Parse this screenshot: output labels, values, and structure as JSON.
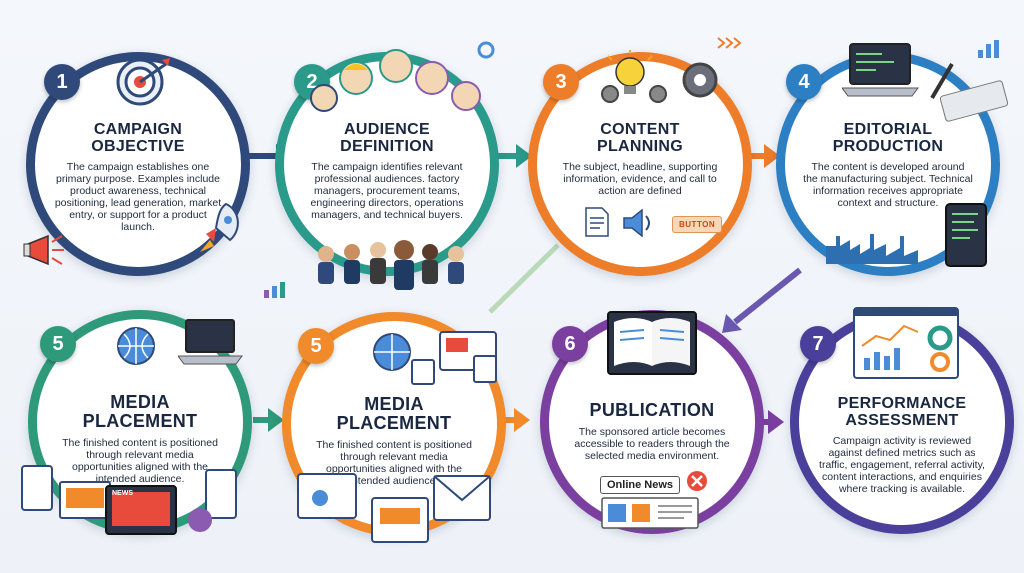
{
  "steps": [
    {
      "num": "1",
      "title": "CAMPAIGN OBJECTIVE",
      "desc": "The campaign establishes one primary purpose. Examples include product awareness, technical positioning, lead generation, market entry, or support for a product launch."
    },
    {
      "num": "2",
      "title": "AUDIENCE DEFINITION",
      "desc": "The campaign identifies relevant professional audiences. factory managers, procurement teams, engineering directors, operations managers, and technical buyers."
    },
    {
      "num": "3",
      "title": "CONTENT PLANNING",
      "desc": "The subject, headline, supporting information, evidence, and call to action are defined"
    },
    {
      "num": "4",
      "title": "EDITORIAL PRODUCTION",
      "desc": "The content is developed around the manufacturing subject. Technical information receives appropriate context and structure."
    },
    {
      "num": "5",
      "title": "MEDIA PLACEMENT",
      "desc": "The finished content is positioned through relevant media opportunities aligned with the intended audience."
    },
    {
      "num": "5",
      "title": "MEDIA PLACEMENT",
      "desc": "The finished content is positioned through relevant media opportunities aligned with the intended audience."
    },
    {
      "num": "6",
      "title": "PUBLICATION",
      "desc": "The sponsored article becomes accessible to readers through the selected media environment."
    },
    {
      "num": "7",
      "title": "PERFORMANCE ASSESSMENT",
      "desc": "Campaign activity is reviewed against defined metrics such as traffic, engagement, referral activity, content interactions, and enquiries where tracking is available."
    }
  ],
  "labels": {
    "button_chip": "BUTTON",
    "online_news": "Online News",
    "news_tag": "NEWS"
  },
  "colors": {
    "step1": "#2f4a7a",
    "step2": "#2a9a8a",
    "step3": "#ee7d2a",
    "step4": "#2d7fc4",
    "step5a": "#2f9a7a",
    "step5b": "#f08a2a",
    "step6": "#7b3fa0",
    "step7": "#4a3f9a"
  }
}
